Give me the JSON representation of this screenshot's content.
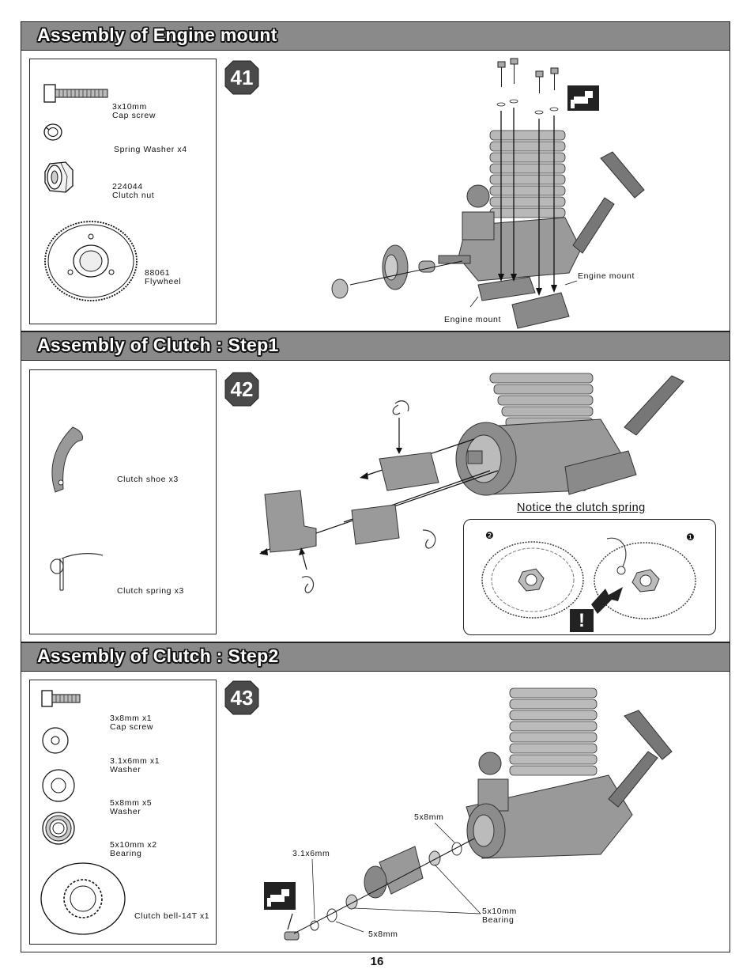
{
  "sections": [
    {
      "title": "Assembly of Engine mount",
      "step": "41",
      "parts": [
        {
          "lines": [
            "3x10mm",
            "Cap screw"
          ],
          "icon": "cap-screw-icon"
        },
        {
          "lines": [
            "Spring Washer x4"
          ],
          "icon": "spring-washer-icon"
        },
        {
          "lines": [
            "224044",
            "Clutch nut"
          ],
          "icon": "clutch-nut-icon"
        },
        {
          "lines": [
            "88061",
            "Flywheel"
          ],
          "icon": "flywheel-icon"
        }
      ],
      "callouts": [
        "Engine mount",
        "Engine mount"
      ]
    },
    {
      "title": "Assembly of Clutch : Step1",
      "step": "42",
      "parts": [
        {
          "lines": [
            "Clutch shoe x3"
          ],
          "icon": "clutch-shoe-icon"
        },
        {
          "lines": [
            "Clutch spring x3"
          ],
          "icon": "clutch-spring-icon"
        }
      ],
      "notice": {
        "title": "Notice the clutch spring",
        "markers": [
          "❷",
          "❶"
        ],
        "warning": "!"
      }
    },
    {
      "title": "Assembly of Clutch : Step2",
      "step": "43",
      "parts": [
        {
          "lines": [
            "3x8mm x1",
            "Cap screw"
          ],
          "icon": "cap-screw-icon"
        },
        {
          "lines": [
            "3.1x6mm x1",
            "Washer"
          ],
          "icon": "washer-icon"
        },
        {
          "lines": [
            "5x8mm x5",
            "Washer"
          ],
          "icon": "washer-icon"
        },
        {
          "lines": [
            "5x10mm x2",
            "Bearing"
          ],
          "icon": "bearing-icon"
        },
        {
          "lines": [
            "Clutch bell-14T x1"
          ],
          "icon": "clutch-bell-icon"
        }
      ],
      "callouts": [
        "5x8mm",
        "3.1x6mm",
        "5x10mm\nBearing",
        "5x8mm"
      ]
    }
  ],
  "page_number": "16",
  "colors": {
    "header_bar": "#8a8a8a",
    "badge": "#4a4a4a",
    "part_gray": "#9a9a9a",
    "tool_icon": "#222222"
  }
}
